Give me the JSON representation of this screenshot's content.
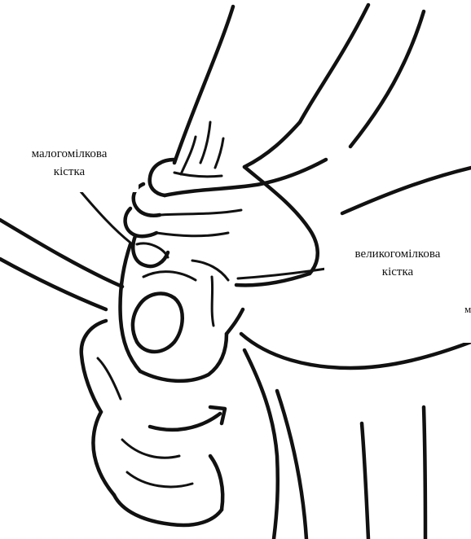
{
  "labels": {
    "fibula": {
      "line1": "малогомілкова",
      "line2": "кістка"
    },
    "tibia": {
      "line1": "великогомілкова",
      "line2": "кістка"
    },
    "cut_fragment": "м"
  },
  "colors": {
    "ink": "#111111",
    "paper": "#ffffff"
  }
}
